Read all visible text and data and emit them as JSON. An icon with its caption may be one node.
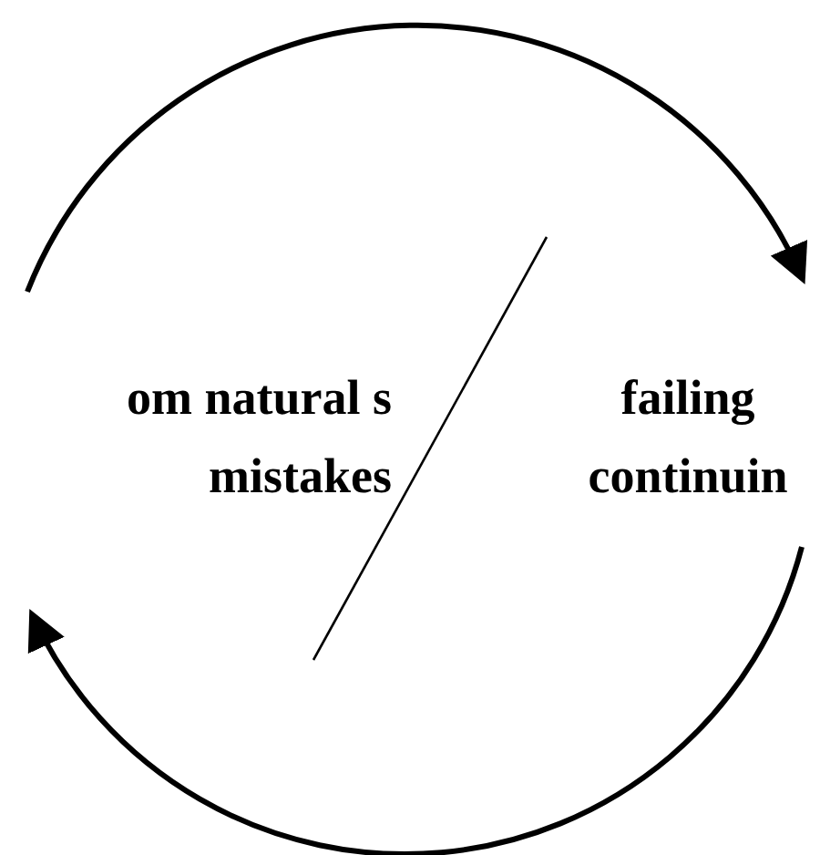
{
  "diagram": {
    "nodes": [
      {
        "text": [
          "om natural s mistakes"
        ]
      },
      {
        "text": [
          "failing continuin"
        ]
      }
    ],
    "edges": [
      {
        "from": 0,
        "to": 1,
        "arrow": "to"
      },
      {
        "from": 1,
        "to": 0,
        "arrow": "to"
      }
    ]
  }
}
